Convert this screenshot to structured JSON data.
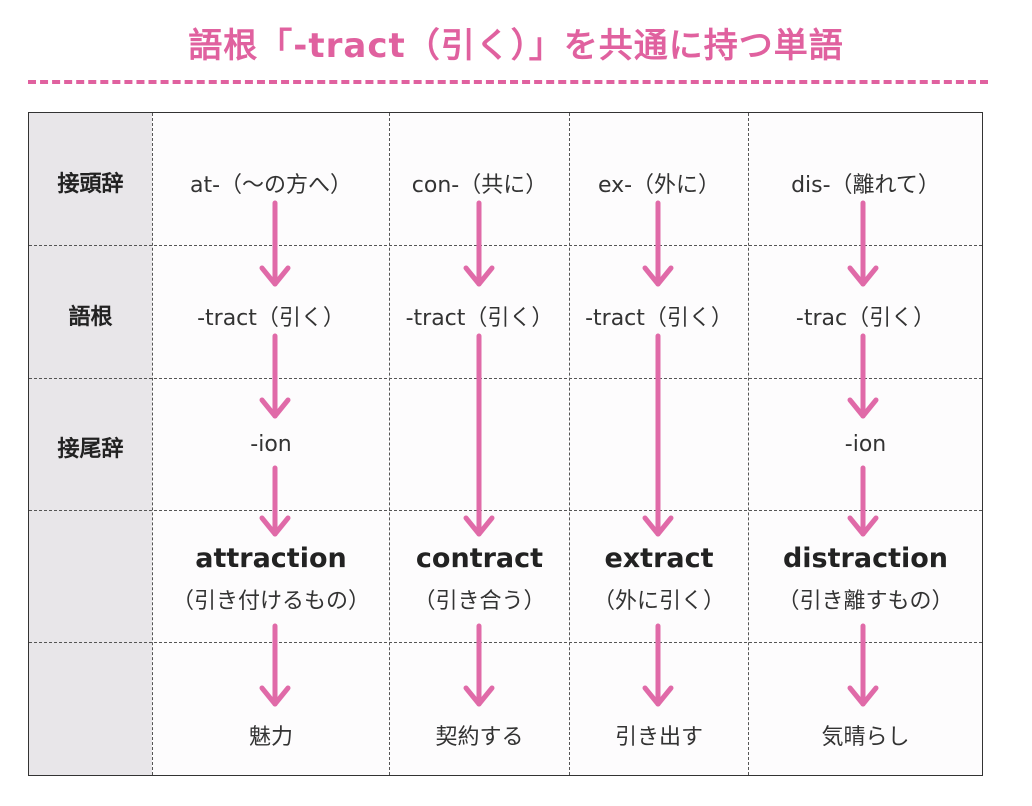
{
  "title": "語根「-tract（引く）」を共通に持つ単語",
  "row_labels": {
    "prefix": "接頭辞",
    "root": "語根",
    "suffix": "接尾辞"
  },
  "columns": [
    {
      "prefix": "at-（〜の方へ）",
      "root": "-tract（引く）",
      "suffix": "-ion",
      "word": "attraction",
      "gloss": "（引き付けるもの）",
      "meaning": "魅力"
    },
    {
      "prefix": "con-（共に）",
      "root": "-tract（引く）",
      "suffix": "",
      "word": "contract",
      "gloss": "（引き合う）",
      "meaning": "契約する"
    },
    {
      "prefix": "ex-（外に）",
      "root": "-tract（引く）",
      "suffix": "",
      "word": "extract",
      "gloss": "（外に引く）",
      "meaning": "引き出す"
    },
    {
      "prefix": "dis-（離れて）",
      "root": "-trac（引く）",
      "suffix": "-ion",
      "word": "distraction",
      "gloss": "（引き離すもの）",
      "meaning": "気晴らし"
    }
  ],
  "colors": {
    "accent": "#e0619f",
    "arrow": "#e06aa8",
    "label_bg": "#e8e6e9",
    "border": "#333333"
  }
}
